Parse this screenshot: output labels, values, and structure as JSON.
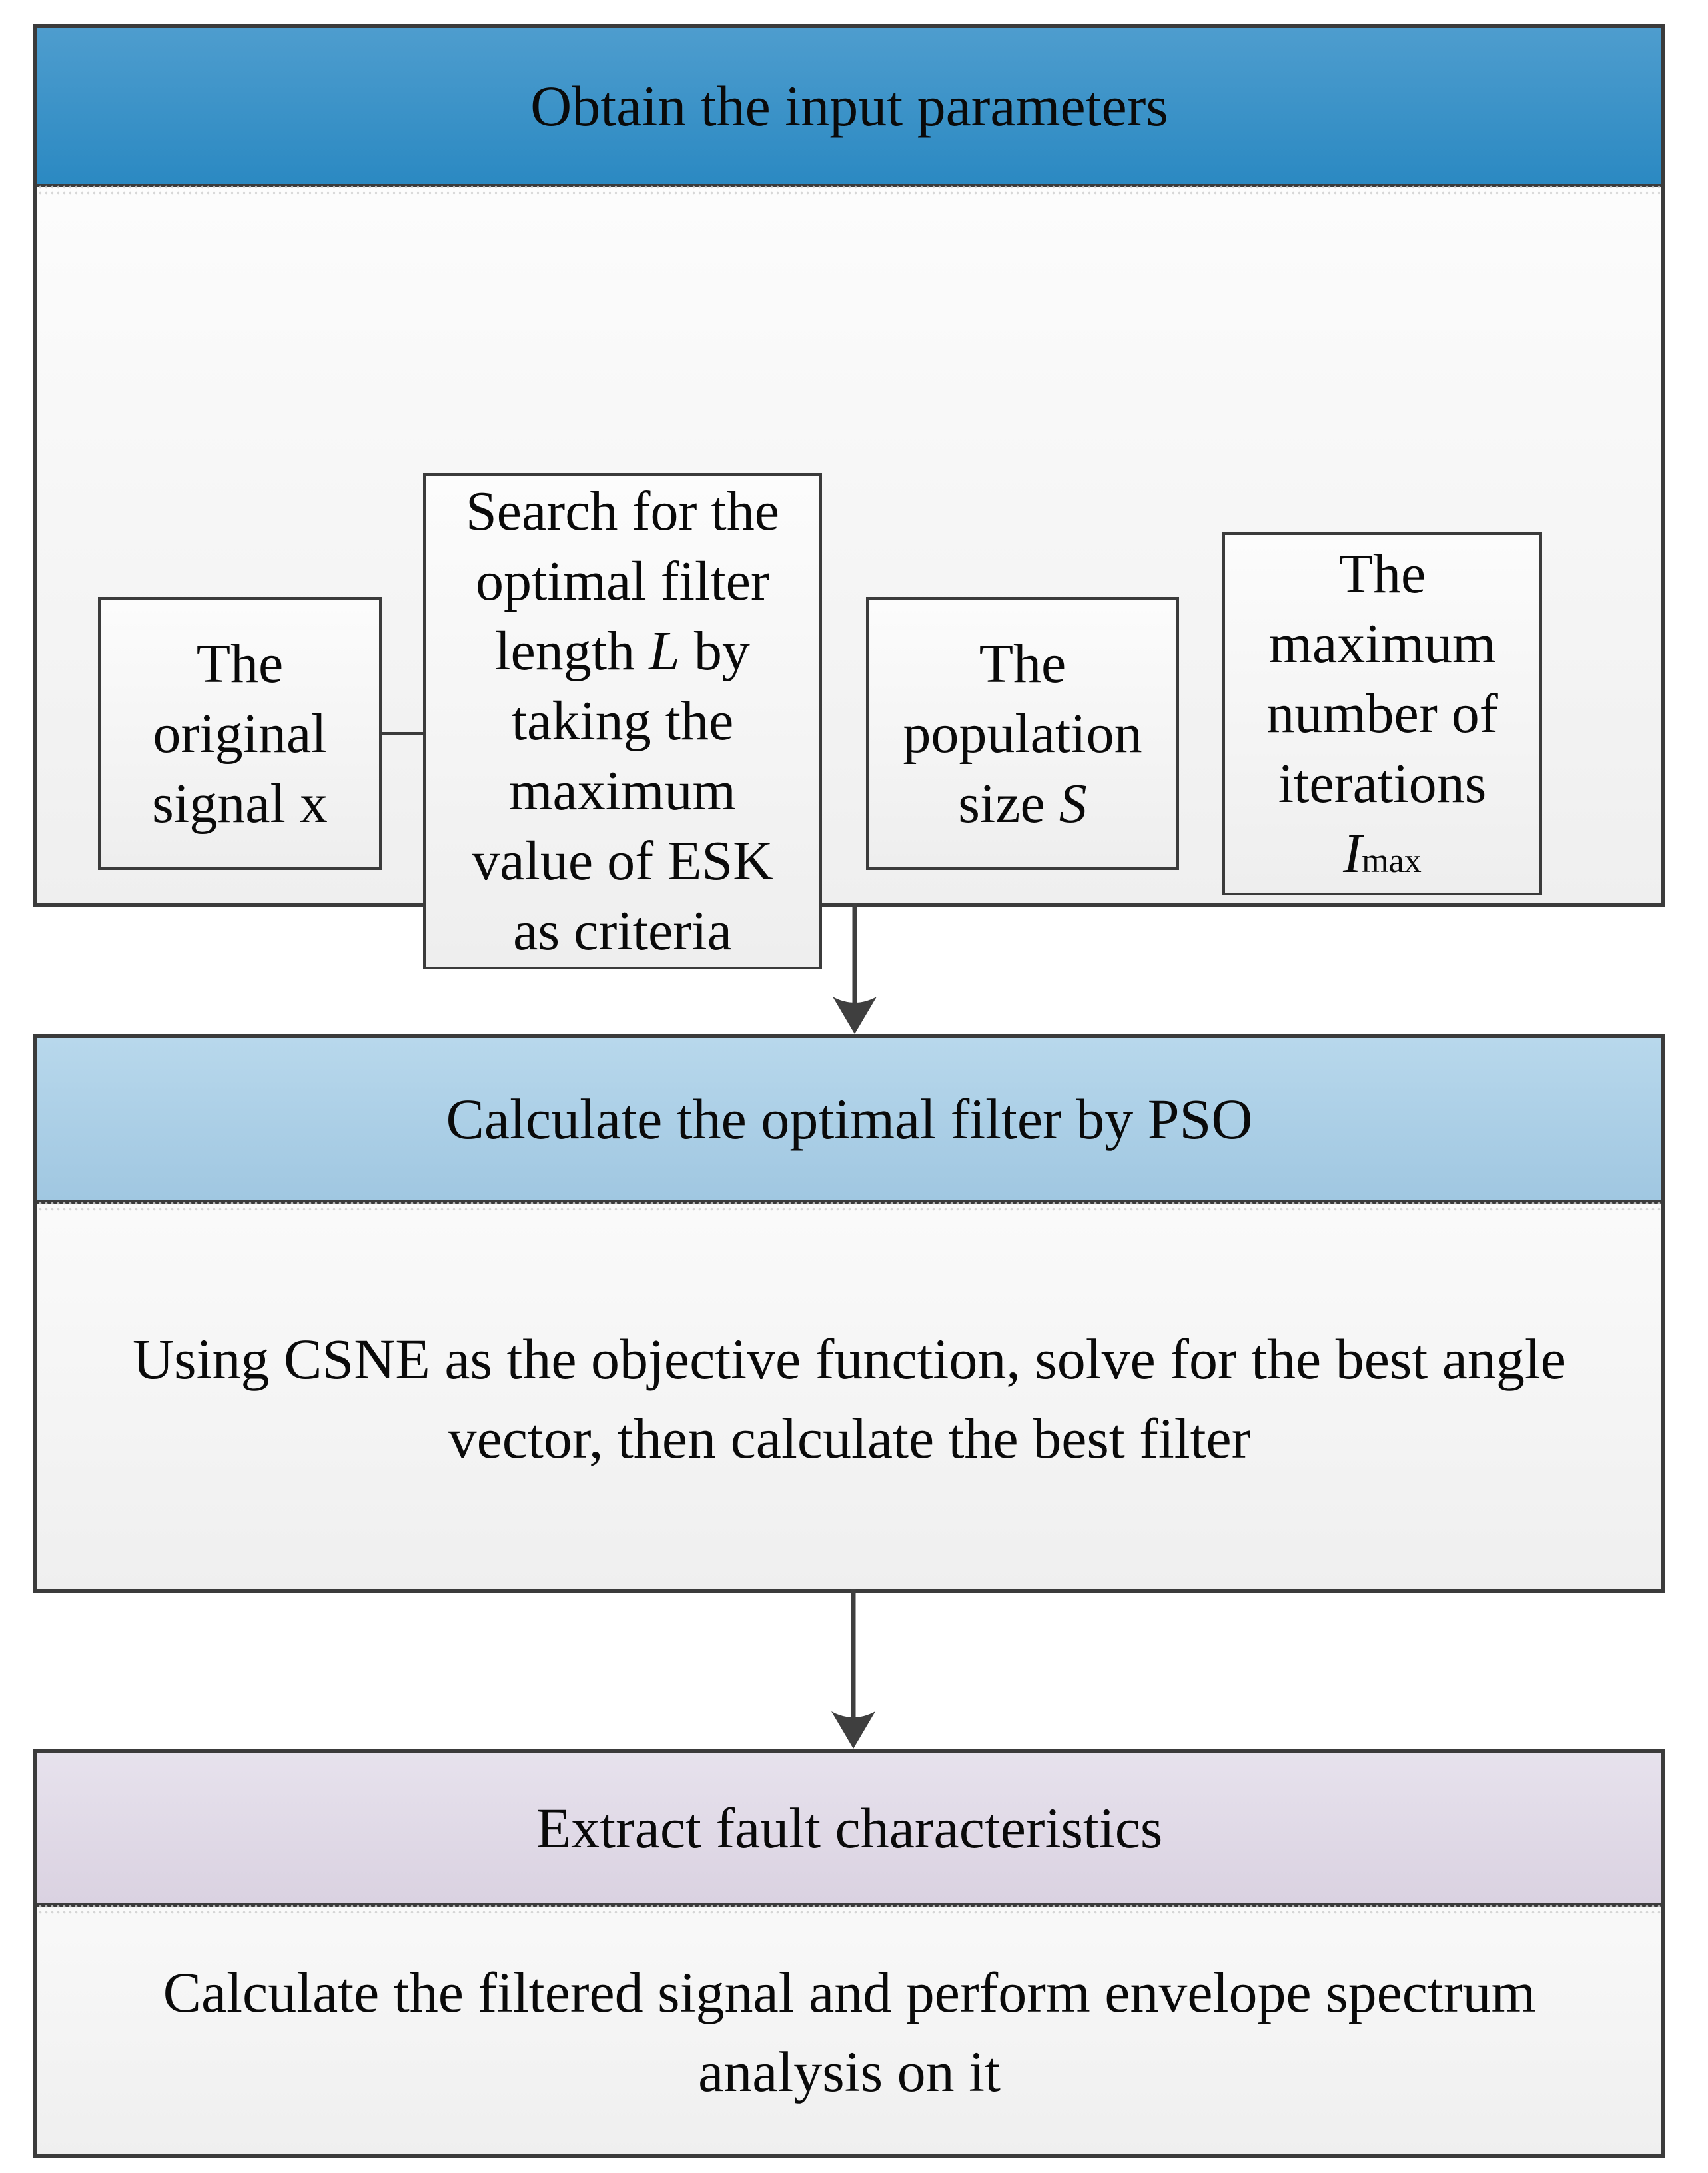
{
  "section1": {
    "header": "Obtain the input parameters",
    "box_original_signal": {
      "line1": "The",
      "line2": "original",
      "line3": "signal x"
    },
    "box_search_filter": {
      "line1": "Search for the",
      "line2": "optimal filter",
      "line3_pre": "length ",
      "line3_italic": "L",
      "line3_post": " by",
      "line4": "taking the",
      "line5": "maximum",
      "line6": "value of ESK",
      "line7": "as criteria"
    },
    "box_population": {
      "line1": "The",
      "line2": "population",
      "line3_pre": "size ",
      "line3_italic": "S"
    },
    "box_iterations": {
      "line1": "The",
      "line2": "maximum",
      "line3": "number of",
      "line4": "iterations",
      "symbol_italic": "I",
      "symbol_sub": "max"
    }
  },
  "section2": {
    "header": "Calculate the optimal filter by PSO",
    "body_line1": "Using CSNE as the objective function, solve for the best angle",
    "body_line2": "vector, then calculate the best filter"
  },
  "section3": {
    "header": "Extract fault characteristics",
    "body_line1": "Calculate the filtered signal and perform envelope spectrum",
    "body_line2": "analysis on it"
  },
  "colors": {
    "header1_top": "#4E9DCE",
    "header1_bottom": "#2B89C2",
    "header2_top": "#B8D8EC",
    "header2_bottom": "#A0C7E1",
    "header3_top": "#E7E2ED",
    "header3_bottom": "#DAD2E1",
    "body_top": "#FFFFFF",
    "body_bottom": "#EFEFEF",
    "border": "#3B3B3B",
    "arrow": "#3F3F3F",
    "shadow_dots": "#C6C6C6",
    "text": "#0A0A0A"
  }
}
